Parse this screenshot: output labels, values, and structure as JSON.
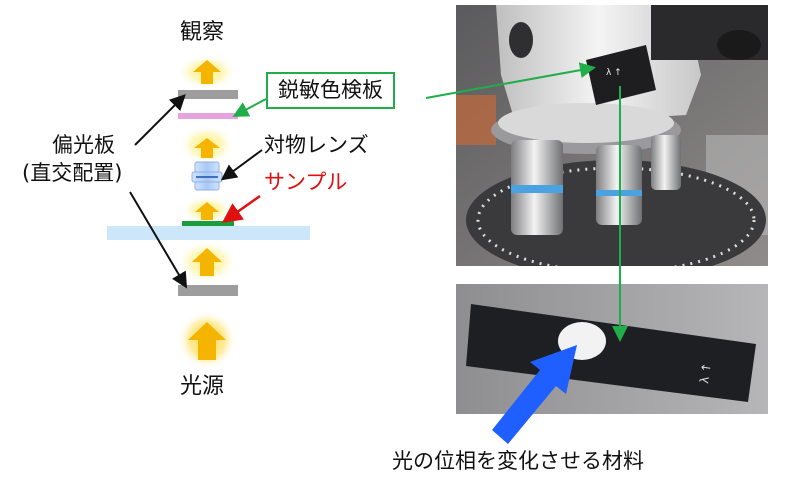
{
  "diagram": {
    "labels": {
      "observation": "観察",
      "retarder": "鋭敏色検板",
      "polarizer_line1": "偏光板",
      "polarizer_line2": "(直交配置)",
      "objective": "対物レンズ",
      "sample": "サンプル",
      "light_source": "光源",
      "phase_material": "光の位相を変化させる材料"
    },
    "colors": {
      "arrow_yellow": "#f5b400",
      "glow": "#fff3a6",
      "green_line": "#1fae4a",
      "blue_arrow": "#1f5eff",
      "sample_red": "#e01010"
    }
  }
}
